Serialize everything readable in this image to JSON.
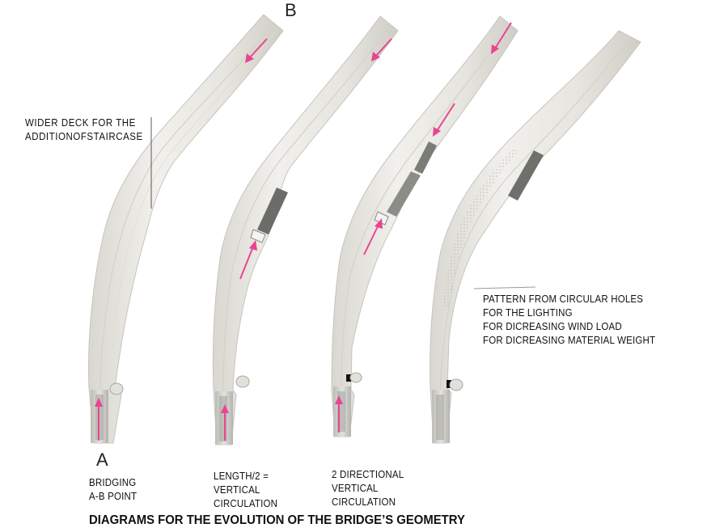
{
  "points": {
    "a": "A",
    "b": "B"
  },
  "annotations": {
    "wider_deck": [
      "WIDER DECK FOR THE",
      "ADDITIONOFSTAIRCASE"
    ],
    "pattern": [
      "PATTERN FROM CIRCULAR HOLES",
      "FOR THE LIGHTING",
      "FOR DICREASING WIND LOAD",
      "FOR DICREASING MATERIAL WEIGHT"
    ]
  },
  "captions": {
    "stage1": [
      "BRIDGING",
      "A-B POINT"
    ],
    "stage2": [
      "LENGTH/2 =",
      "VERTICAL",
      "CIRCULATION"
    ],
    "stage3": [
      "2 DIRECTIONAL",
      "VERTICAL",
      "CIRCULATION"
    ]
  },
  "title": "DIAGRAMS  FOR THE EVOLUTION OF THE BRIDGE’S GEOMETRY",
  "colors": {
    "arrow": "#e8458f",
    "deck": "#ecebe6",
    "deck_edge": "#c9c7c0",
    "shadow": "#8a8a86"
  }
}
